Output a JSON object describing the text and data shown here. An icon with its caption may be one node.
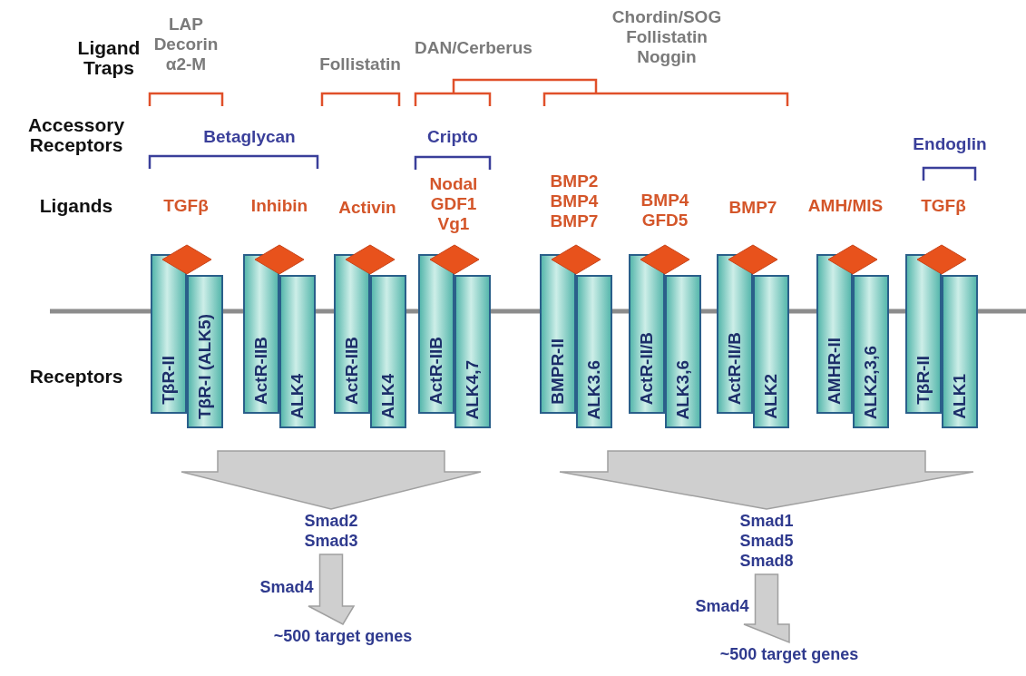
{
  "diagram": {
    "nodes": [
      {
        "text": [
          "TβR-II"
        ]
      },
      {
        "text": [
          "TβR-I (ALK5)"
        ]
      },
      {
        "text": [
          "ActR-IIB"
        ]
      },
      {
        "text": [
          "ALK4"
        ]
      },
      {
        "text": [
          "ActR-IIB"
        ]
      },
      {
        "text": [
          "ALK4"
        ]
      },
      {
        "text": [
          "ActR-IIB"
        ]
      },
      {
        "text": [
          "ALK4,7"
        ]
      },
      {
        "text": [
          "BMPR-II"
        ]
      },
      {
        "text": [
          "ALK3.6"
        ]
      },
      {
        "text": [
          "ActR-II/B"
        ]
      },
      {
        "text": [
          "ALK3,6"
        ]
      },
      {
        "text": [
          "ActR-II/B"
        ]
      },
      {
        "text": [
          "ALK2"
        ]
      },
      {
        "text": [
          "AMHR-II"
        ]
      },
      {
        "text": [
          "ALK2,3,6"
        ]
      },
      {
        "text": [
          "TβR-II"
        ]
      },
      {
        "text": [
          "ALK1"
        ]
      },
      {
        "text": [
          "Smad2 Smad3"
        ]
      },
      {
        "text": [
          "~500 target genes"
        ]
      },
      {
        "text": [
          "Smad1 Smad5 Smad8"
        ]
      },
      {
        "text": [
          "~500 target genes"
        ]
      }
    ],
    "edges": [
      {
        "from": null,
        "to": 18,
        "arrow": "to"
      },
      {
        "from": 18,
        "to": 19,
        "arrow": "to",
        "label": "Smad4"
      },
      {
        "from": null,
        "to": 20,
        "arrow": "to"
      },
      {
        "from": 20,
        "to": 21,
        "arrow": "to",
        "label": "Smad4"
      }
    ],
    "labels": [
      "Ligand Traps",
      "LAP Decorin α2-M",
      "Follistatin",
      "DAN/Cerberus",
      "Chordin/SOG Follistatin Noggin",
      "Accessory Receptors",
      "Betaglycan",
      "Cripto",
      "Endoglin",
      "Ligands",
      "TGFβ",
      "Inhibin",
      "Activin",
      "Nodal GDF1 Vg1",
      "BMP2 BMP4 BMP7",
      "BMP4 GFD5",
      "BMP7",
      "AMH/MIS",
      "TGFβ",
      "Receptors"
    ]
  }
}
